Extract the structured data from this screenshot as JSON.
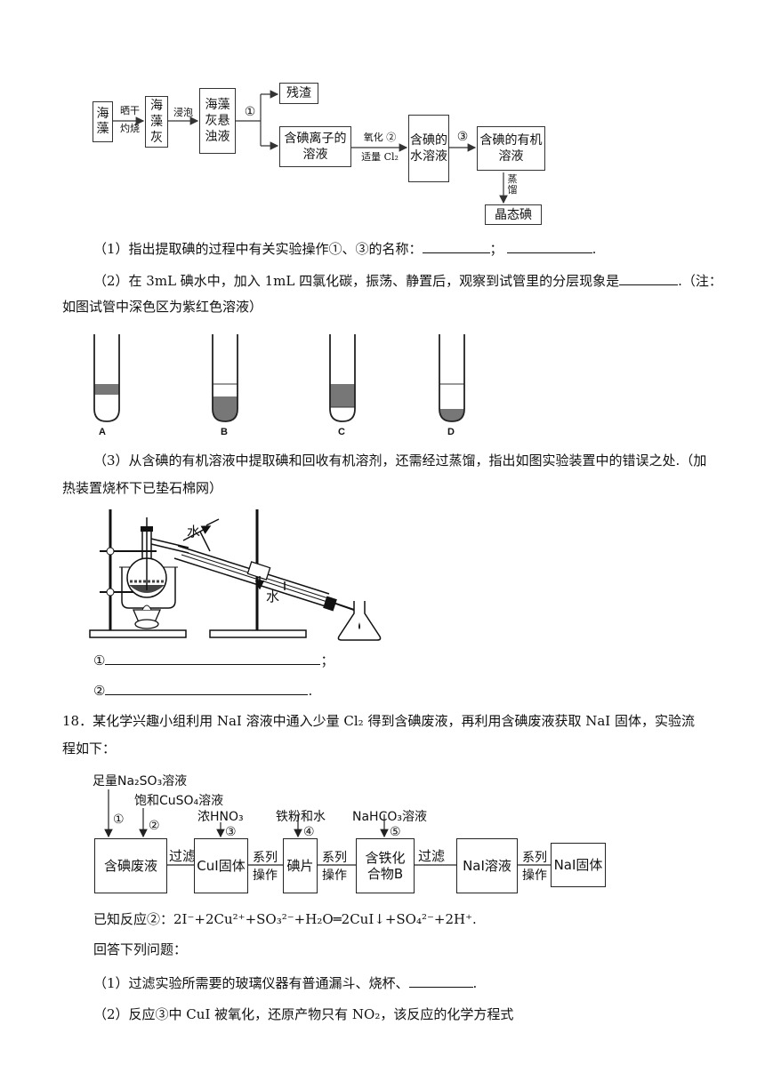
{
  "flow1": {
    "haizao": "海藻",
    "step_dry": "晒干",
    "step_burn": "灼烧",
    "ash": "海藻灰",
    "step_soak": "浸泡",
    "suspension": "海藻灰悬浊液",
    "op1": "①",
    "residue": "残渣",
    "iodide_solution": "含碘离子的溶液",
    "step_oxidize": "氧化 ②",
    "step_cl2": "适量 Cl₂",
    "iodine_water": "含碘的水溶液",
    "op3": "③",
    "organic_solution": "含碘的有机溶液",
    "step_distill": "蒸馏",
    "crystal": "晶态碘"
  },
  "q1": {
    "text": "（1）指出提取碘的过程中有关实验操作①、③的名称：",
    "sep": "；",
    "end": "."
  },
  "q2": {
    "line1": "（2）在 3mL 碘水中，加入 1mL 四氯化碳，振荡、静置后，观察到试管里的分层现象是",
    "line1_end": ".（注：",
    "line2": "如图试管中深色区为紫红色溶液）"
  },
  "tubes": {
    "labels": [
      "A",
      "B",
      "C",
      "D"
    ]
  },
  "q3": {
    "line1": "（3）从含碘的有机溶液中提取碘和回收有机溶剂，还需经过蒸馏，指出如图实验装置中的错误之处.（加",
    "line2": "热装置烧杯下已垫石棉网）",
    "water_in": "水",
    "water_out": "水",
    "ans1_prefix": "①",
    "ans1_end": "；",
    "ans2_prefix": "②",
    "ans2_end": "."
  },
  "q18": {
    "line1": "18．某化学兴趣小组利用 NaI 溶液中通入少量 Cl₂ 得到含碘废液，再利用含碘废液获取 NaI 固体，实验流",
    "line2": "程如下："
  },
  "flow2": {
    "reagent1": "足量Na₂SO₃溶液",
    "num1": "①",
    "reagent2": "饱和CuSO₄溶液",
    "num2": "②",
    "reagent3": "浓HNO₃",
    "num3": "③",
    "reagent4": "铁粉和水",
    "num4": "④",
    "reagent5": "NaHCO₃溶液",
    "num5": "⑤",
    "waste": "含碘废液",
    "filter1": "过滤",
    "cui": "CuI固体",
    "series1": "系列操作",
    "iodine_flake": "碘片",
    "series2": "系列操作",
    "iron_compound": "含铁化合物B",
    "filter2": "过滤",
    "nai_solution": "NaI溶液",
    "series3": "系列操作",
    "nai_solid": "NaI固体"
  },
  "reaction": {
    "prefix": "已知反应②：",
    "equation": "2I⁻+2Cu²⁺+SO₃²⁻+H₂O═2CuI↓+SO₄²⁻+2H⁺."
  },
  "answer": {
    "intro": "回答下列问题：",
    "q1_text": "（1）过滤实验所需要的玻璃仪器有普通漏斗、烧杯、",
    "q1_end": ".",
    "q2_text": "（2）反应③中 CuI 被氧化，还原产物只有 NO₂，该反应的化学方程式"
  }
}
